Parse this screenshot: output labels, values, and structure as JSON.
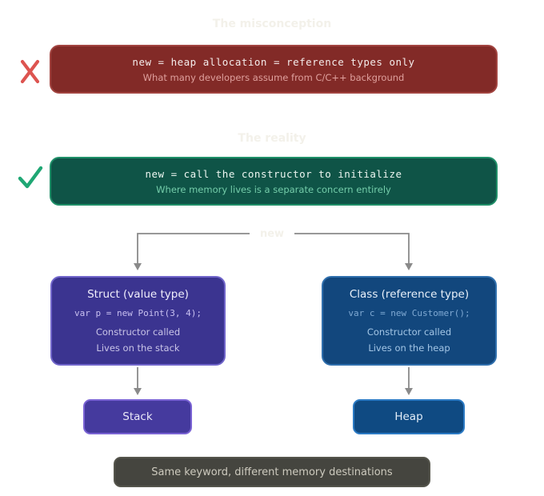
{
  "misconception": {
    "title": "The misconception",
    "main": "new = heap allocation = reference types only",
    "sub": "What many developers assume from C/C++ background"
  },
  "reality": {
    "title": "The reality",
    "main": "new = call the constructor to initialize",
    "sub": "Where memory lives is a separate concern entirely"
  },
  "flow": {
    "root_label": "new",
    "struct_box": {
      "title": "Struct (value type)",
      "code": "var p = new Point(3, 4);",
      "line1": "Constructor called",
      "line2": "Lives on the stack",
      "target": "Stack"
    },
    "class_box": {
      "title": "Class (reference type)",
      "code": "var c = new Customer();",
      "line1": "Constructor called",
      "line2": "Lives on the heap",
      "target": "Heap"
    }
  },
  "footer": {
    "label": "Same keyword, different memory destinations"
  },
  "icons": {
    "wrong": "x-mark-icon",
    "right": "check-mark-icon"
  },
  "colors": {
    "wrong_red": "#dd5450",
    "right_green": "#1fa774",
    "banner_red_bg": "#822a27",
    "banner_red_border": "#a24440",
    "banner_red_sub": "#dfa09d",
    "banner_green_bg": "#0f5447",
    "banner_green_border": "#1f8f68",
    "banner_green_sub": "#74cdaa",
    "struct_bg": "#3b3490",
    "struct_border": "#7065ca",
    "struct_code": "#c8c0f0",
    "struct_sub": "#c9c4e7",
    "class_bg": "#12477d",
    "class_border": "#2f6fad",
    "class_code": "#7fa9d3",
    "class_sub": "#a3c6e6",
    "stack_bg": "#453a9e",
    "stack_border": "#7a63d4",
    "heap_bg": "#0f4a82",
    "heap_border": "#2b7ac4",
    "footer_bg": "#45453f",
    "footer_border": "#55554c",
    "footer_text": "#cdcabe",
    "faint_title": "#f3f1ea",
    "connector_gray": "#8a8a8a"
  }
}
